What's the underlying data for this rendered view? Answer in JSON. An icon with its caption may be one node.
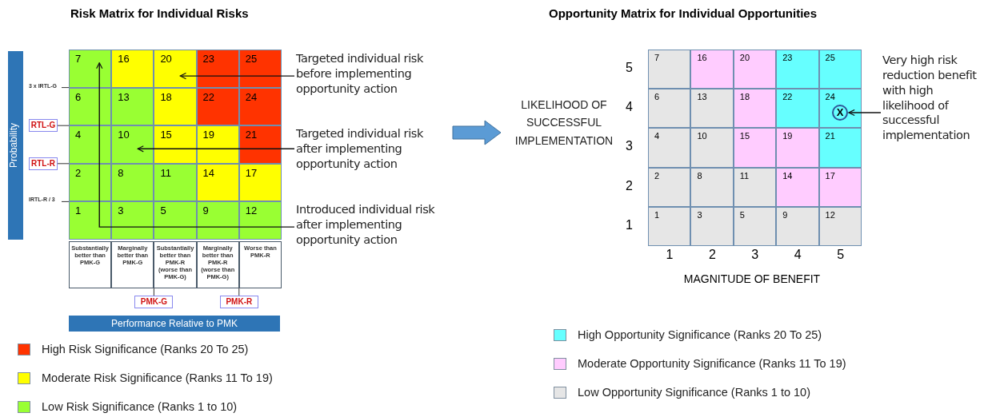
{
  "diagram": {
    "nodes": [
      {
        "text": [
          "7"
        ]
      },
      {
        "text": [
          "20"
        ]
      },
      {
        "text": [
          "Targeted individual risk before implementing opportunity action"
        ]
      },
      {
        "text": [
          "10"
        ]
      },
      {
        "text": [
          "Targeted individual risk after implementing opportunity action"
        ]
      },
      {
        "text": [
          "Introduced  individual risk after implementing opportunity action"
        ]
      },
      {
        "text": [
          "Very high risk reduction benefit with high likelihood of successful implementation"
        ]
      },
      {
        "text": [
          "X"
        ]
      }
    ],
    "edges": [
      {
        "from": 2,
        "to": 1,
        "arrow": "to"
      },
      {
        "from": 4,
        "to": 3,
        "arrow": "to"
      },
      {
        "from": 5,
        "to": 0,
        "arrow": "to"
      },
      {
        "from": 6,
        "to": 7,
        "arrow": "to"
      }
    ],
    "labels": [
      "Risk Matrix for Individual Risks",
      "Opportunity Matrix for Individual Opportunities",
      "Probability",
      "3 x IRTL-G",
      "RTL-G",
      "RTL-R",
      "IRTL-R / 3",
      "16",
      "23",
      "25",
      "6",
      "13",
      "18",
      "22",
      "24",
      "4",
      "15",
      "19",
      "21",
      "2",
      "8",
      "11",
      "14",
      "17",
      "1",
      "3",
      "5",
      "9",
      "12",
      "Substantially better than PMK-G",
      "Marginally better than PMK-G",
      "Substantially better than PMK-R (worse than PMK-G)",
      "Marginally better than PMK-R (worse than PMK-G)",
      "Worse than PMK-R",
      "PMK-G",
      "PMK-R",
      "Performance Relative to PMK",
      "LIKELIHOOD OF SUCCESSFUL IMPLEMENTATION",
      "5",
      "4",
      "3",
      "2",
      "1",
      "7",
      "16",
      "20",
      "23",
      "25",
      "6",
      "13",
      "18",
      "22",
      "24",
      "4",
      "10",
      "15",
      "19",
      "21",
      "2",
      "8",
      "11",
      "14",
      "17",
      "1",
      "3",
      "5",
      "9",
      "12",
      "1",
      "2",
      "3",
      "4",
      "5",
      "MAGNITUDE OF BENEFIT"
    ],
    "legend": [
      {
        "text": "High Risk Significance (Ranks 20 To 25)",
        "color": "#ff3300"
      },
      {
        "text": "Moderate Risk Significance (Ranks 11 To 19)",
        "color": "#ffff00"
      },
      {
        "text": "Low Risk Significance (Ranks 1 to 10)",
        "color": "#99ff33"
      },
      {
        "text": "High Opportunity Significance (Ranks 20 To 25)",
        "color": "#66ffff"
      },
      {
        "text": "Moderate Opportunity Significance (Ranks 11 To 19)",
        "color": "#ffccff"
      },
      {
        "text": "Low Opportunity Significance (Ranks 1 to 10)",
        "color": "#e6e6e6"
      }
    ]
  }
}
